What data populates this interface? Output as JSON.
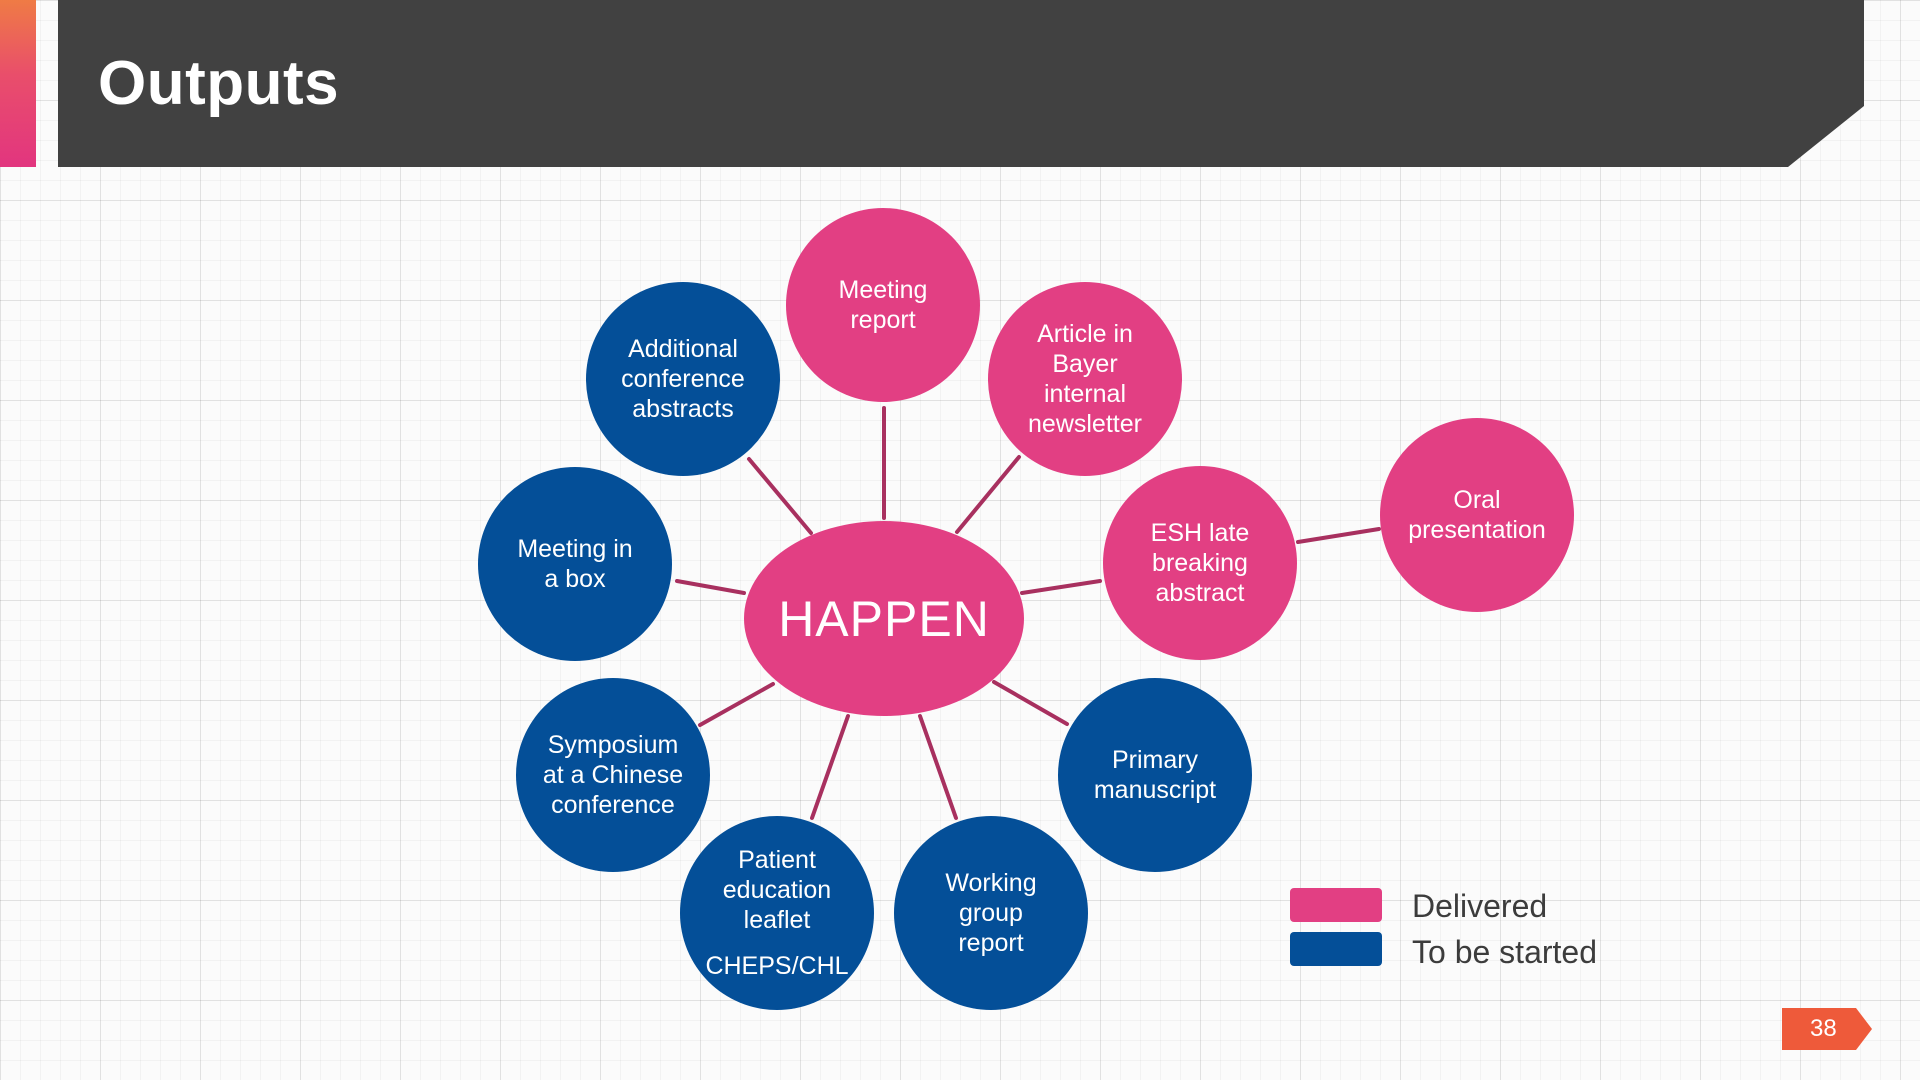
{
  "slide": {
    "title": "Outputs",
    "page_number": "38"
  },
  "colors": {
    "delivered": "#e23f83",
    "to_be_started": "#044f98",
    "connector": "#a8305f",
    "title_bar": "#414141"
  },
  "diagram": {
    "hub": "HAPPEN",
    "nodes": [
      {
        "lines": [
          "Meeting",
          "report"
        ],
        "status": "delivered"
      },
      {
        "lines": [
          "Article in",
          "Bayer",
          "internal",
          "newsletter"
        ],
        "status": "delivered"
      },
      {
        "lines": [
          "ESH late",
          "breaking",
          "abstract"
        ],
        "status": "delivered"
      },
      {
        "lines": [
          "Oral",
          "presentation"
        ],
        "status": "delivered"
      },
      {
        "lines": [
          "Primary",
          "manuscript"
        ],
        "status": "to_be_started"
      },
      {
        "lines": [
          "Working",
          "group",
          "report"
        ],
        "status": "to_be_started"
      },
      {
        "lines": [
          "Patient",
          "education",
          "leaflet"
        ],
        "sub": "CHEPS/CHL",
        "status": "to_be_started"
      },
      {
        "lines": [
          "Symposium",
          "at a Chinese",
          "conference"
        ],
        "status": "to_be_started"
      },
      {
        "lines": [
          "Meeting in",
          "a box"
        ],
        "status": "to_be_started"
      },
      {
        "lines": [
          "Additional",
          "conference",
          "abstracts"
        ],
        "status": "to_be_started"
      }
    ]
  },
  "legend": [
    {
      "label": "Delivered",
      "status": "delivered"
    },
    {
      "label": "To be started",
      "status": "to_be_started"
    }
  ]
}
